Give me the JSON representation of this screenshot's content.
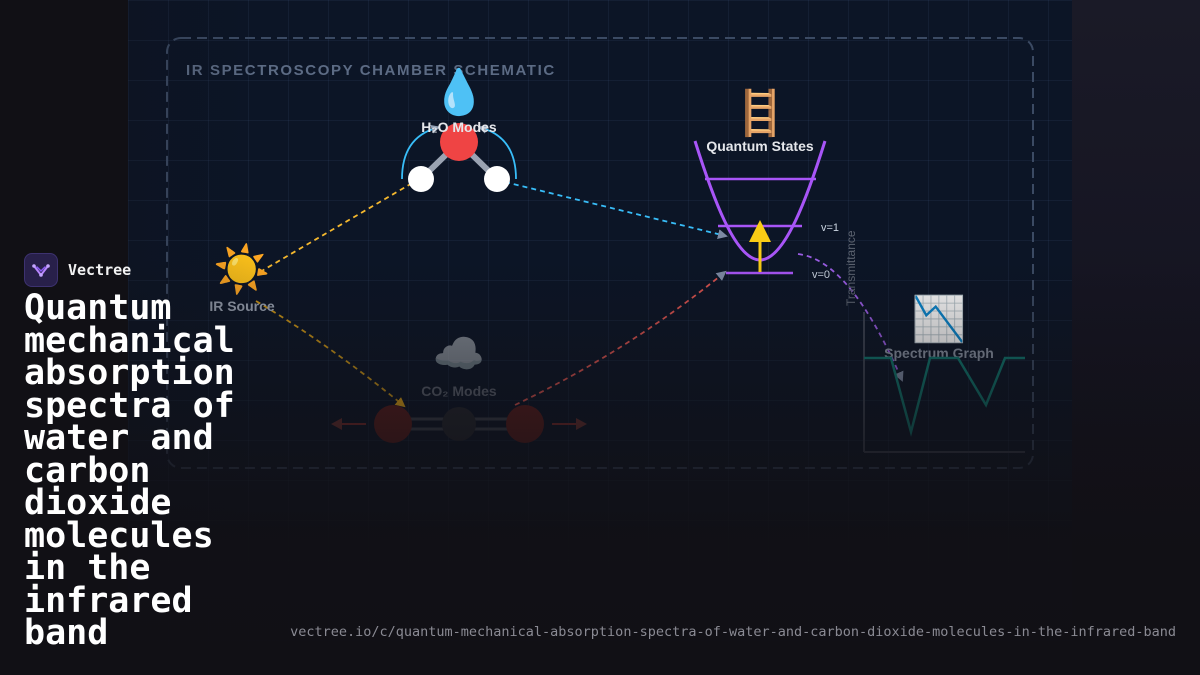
{
  "brand": {
    "name": "Vectree"
  },
  "title": "Quantum mechanical absorption spectra of water and carbon dioxide molecules in the infrared band",
  "url": "vectree.io/c/quantum-mechanical-absorption-spectra-of-water-and-carbon-dioxide-molecules-in-the-infrared-band",
  "diagram": {
    "heading": "IR SPECTROSCOPY CHAMBER SCHEMATIC",
    "nodes": {
      "ir_source": {
        "label": "IR Source",
        "icon": "sun-icon"
      },
      "h2o": {
        "label": "H₂O Modes",
        "icon": "water-drop-icon"
      },
      "co2": {
        "label": "CO₂ Modes",
        "icon": "cloud-icon"
      },
      "quantum": {
        "label": "Quantum States",
        "icon": "ladder-icon",
        "level_upper": "v=1",
        "level_lower": "v=0"
      },
      "spectrum": {
        "label": "Spectrum Graph",
        "icon": "chart-decreasing-icon",
        "y_axis": "Transmittance"
      }
    },
    "colors": {
      "oxygen": "#ef4444",
      "hydrogen": "#ffffff",
      "carbon": "#3a3f4b",
      "ir_beam": "#fbbf24",
      "h2o_path": "#38bdf8",
      "co2_path": "#f87171",
      "potential_well": "#a855f7",
      "excitation_arrow": "#facc15",
      "spectrum_line": "#14b8a6",
      "accent": "#a855f7"
    }
  }
}
